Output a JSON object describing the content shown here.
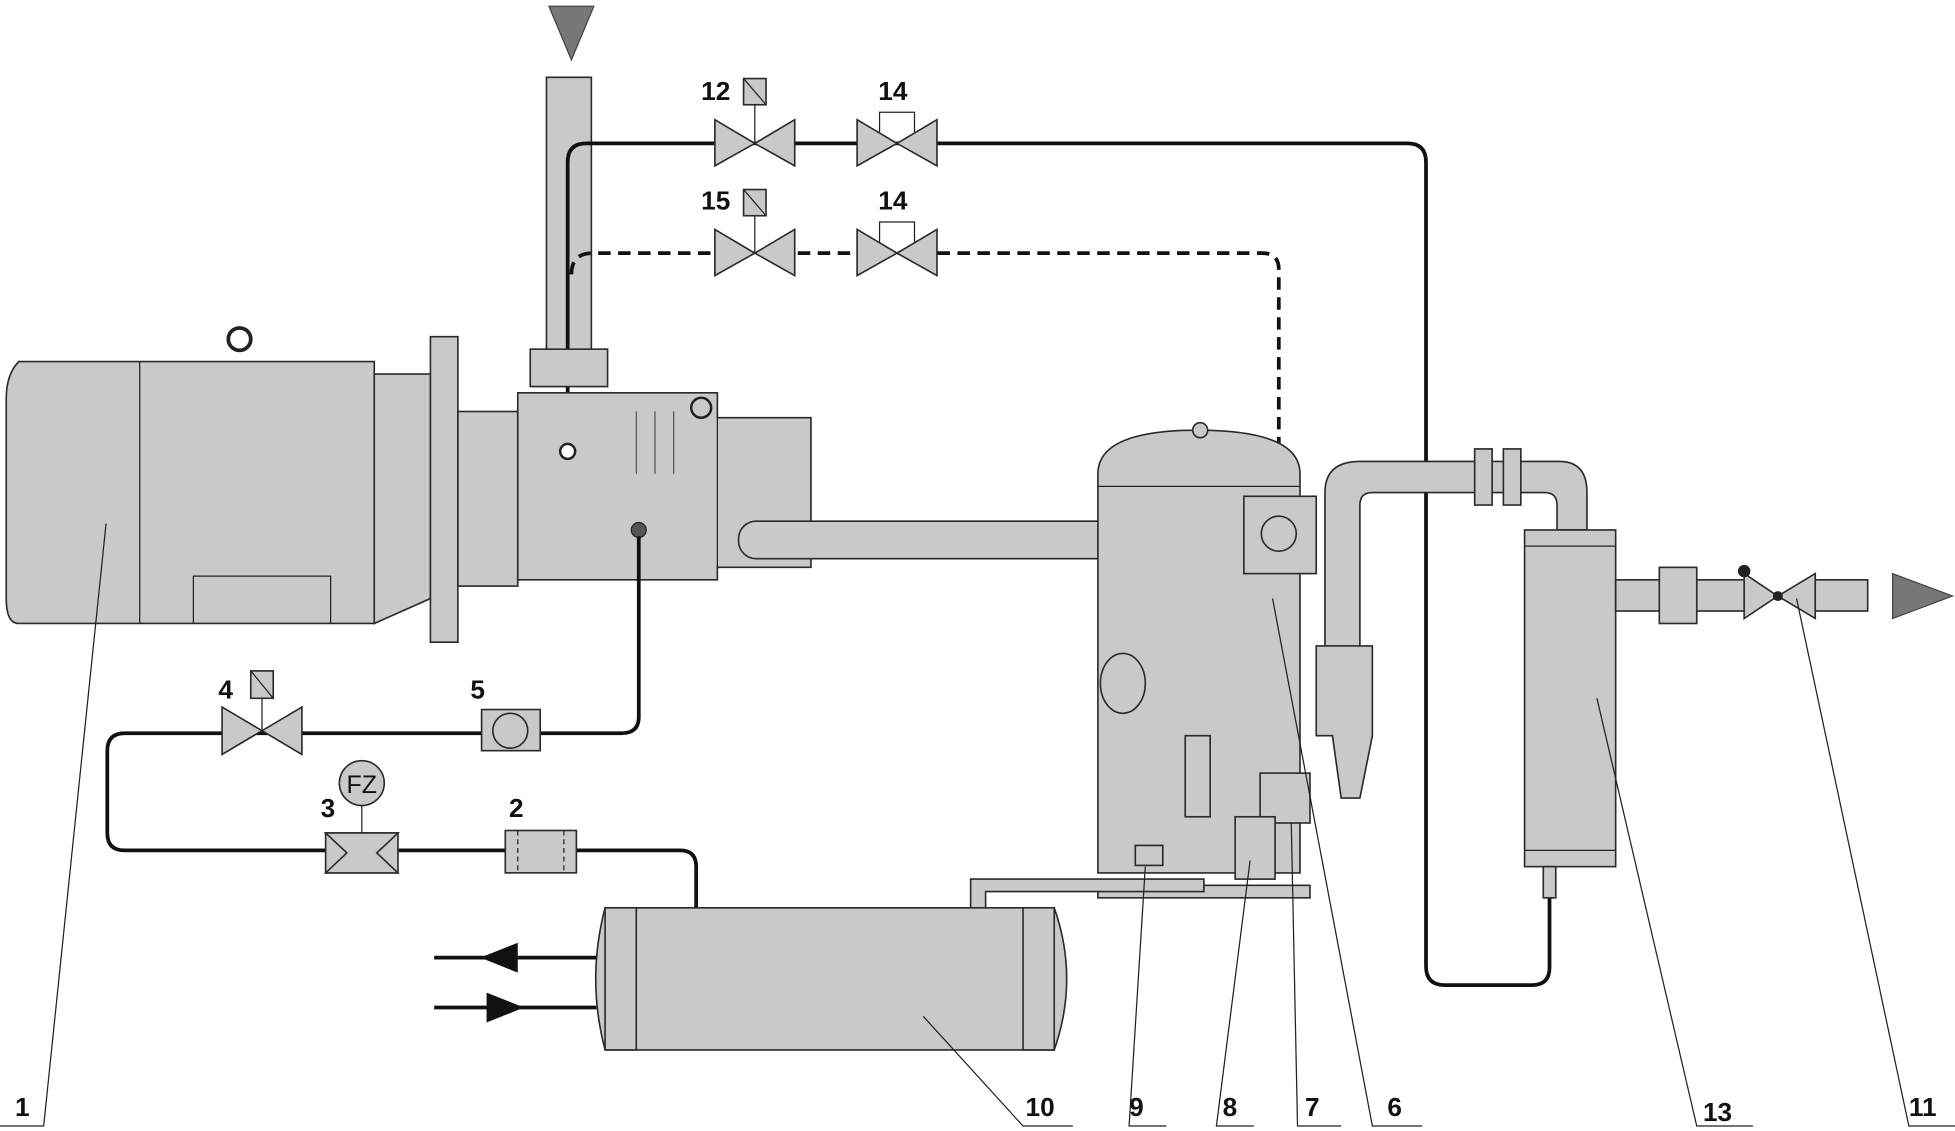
{
  "diagram": {
    "labels": {
      "motor": "1",
      "filter": "2",
      "flow_switch": "3",
      "solenoid_oil": "4",
      "sight_glass": "5",
      "oil_separator": "6",
      "oil_level": "7",
      "oil_heater": "8",
      "oil_sight": "9",
      "oil_cooler": "10",
      "check_valve": "11",
      "solenoid_top": "12",
      "heat_exchanger": "13",
      "check_valve_top": "14",
      "check_valve_mid": "14",
      "solenoid_mid": "15",
      "fz": "FZ"
    },
    "colors": {
      "component_fill": "#c9c9c9",
      "outline": "#2a2a2a",
      "arrow": "#777777"
    }
  }
}
